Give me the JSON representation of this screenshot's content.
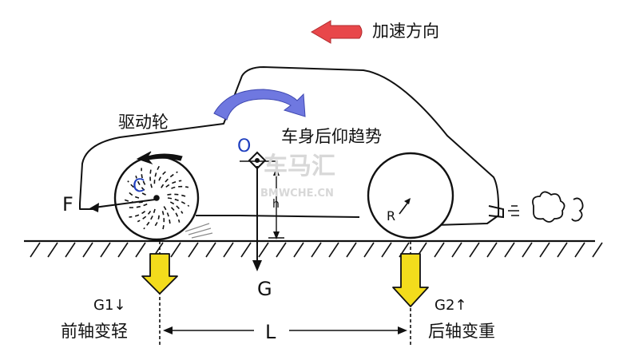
{
  "labels": {
    "acceleration_direction": "加速方向",
    "drive_wheel": "驱动轮",
    "body_pitch": "车身后仰趋势",
    "center_o": "O",
    "wheel_c": "C",
    "force_f": "F",
    "radius_r": "R",
    "gravity_g": "G",
    "g1": "G1↓",
    "g2": "G2↑",
    "front_axle": "前轴变轻",
    "rear_axle": "后轴变重",
    "length_l": "L",
    "h": "h"
  },
  "watermark": {
    "main": "车马汇",
    "sub": "BMWCHE.CN"
  },
  "colors": {
    "accel_arrow": "#e8474a",
    "pitch_arrow": "#6f78e0",
    "load_arrow": "#f3dc1c",
    "label_blue": "#1f3fbf"
  }
}
